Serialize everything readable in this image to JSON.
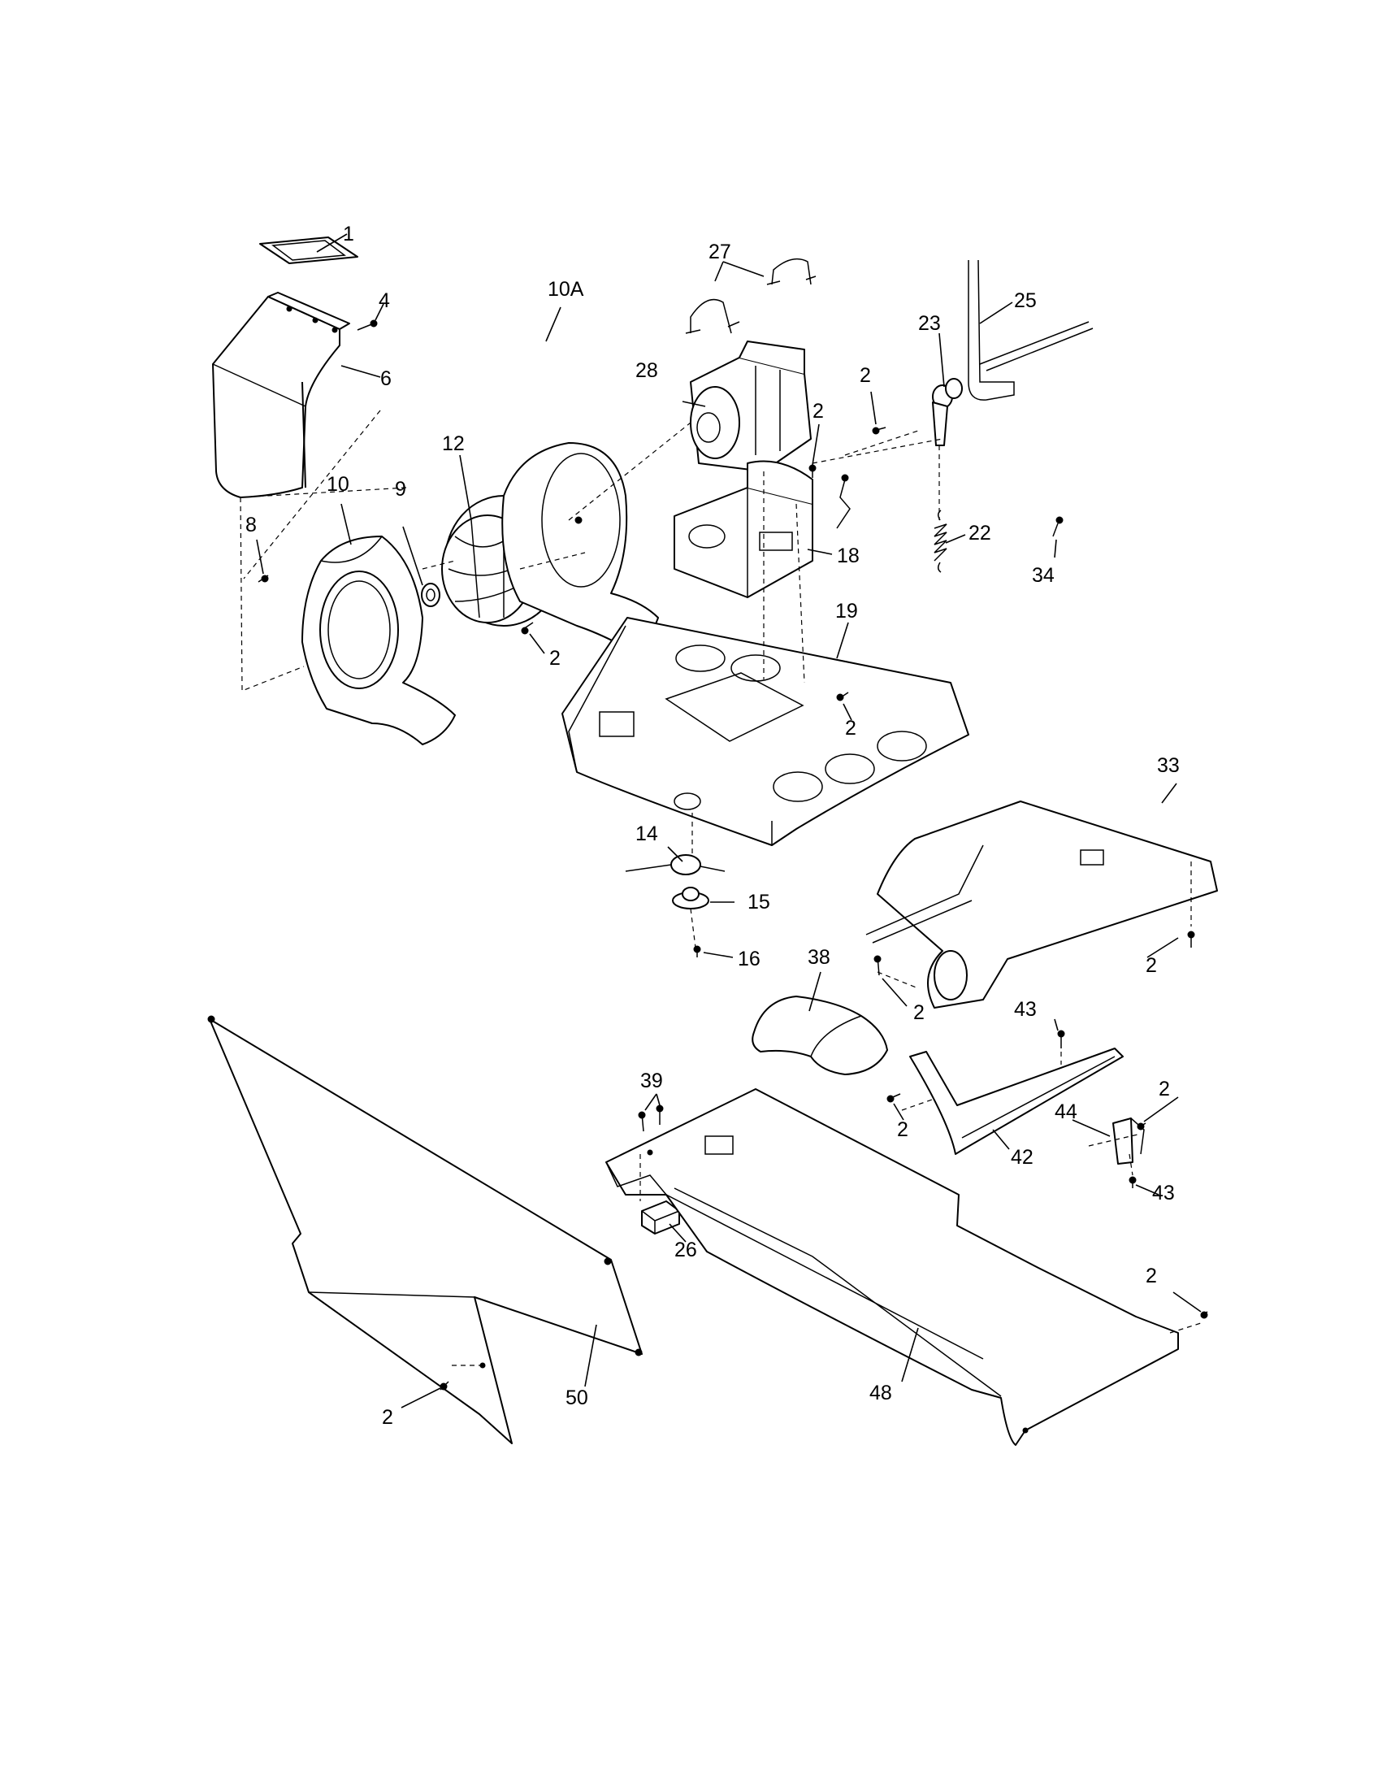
{
  "callouts": {
    "c1": "1",
    "c4": "4",
    "c6": "6",
    "c27": "27",
    "c28": "28",
    "c25": "25",
    "c23": "23",
    "c2_motor_a": "2",
    "c2_motor_b": "2",
    "c10a": "10A",
    "c12": "12",
    "c10": "10",
    "c9": "9",
    "c8": "8",
    "c18": "18",
    "c22": "22",
    "c34": "34",
    "c2_fan": "2",
    "c19": "19",
    "c2_base": "2",
    "c33": "33",
    "c14": "14",
    "c15": "15",
    "c16": "16",
    "c38": "38",
    "c2_duct_a": "2",
    "c2_duct_b": "2",
    "c43_top": "43",
    "c39": "39",
    "c2_bracket": "2",
    "c42": "42",
    "c2_clip": "2",
    "c44": "44",
    "c43_bottom": "43",
    "c26": "26",
    "c2_floor": "2",
    "c48": "48",
    "c50": "50",
    "c2_panel": "2"
  }
}
